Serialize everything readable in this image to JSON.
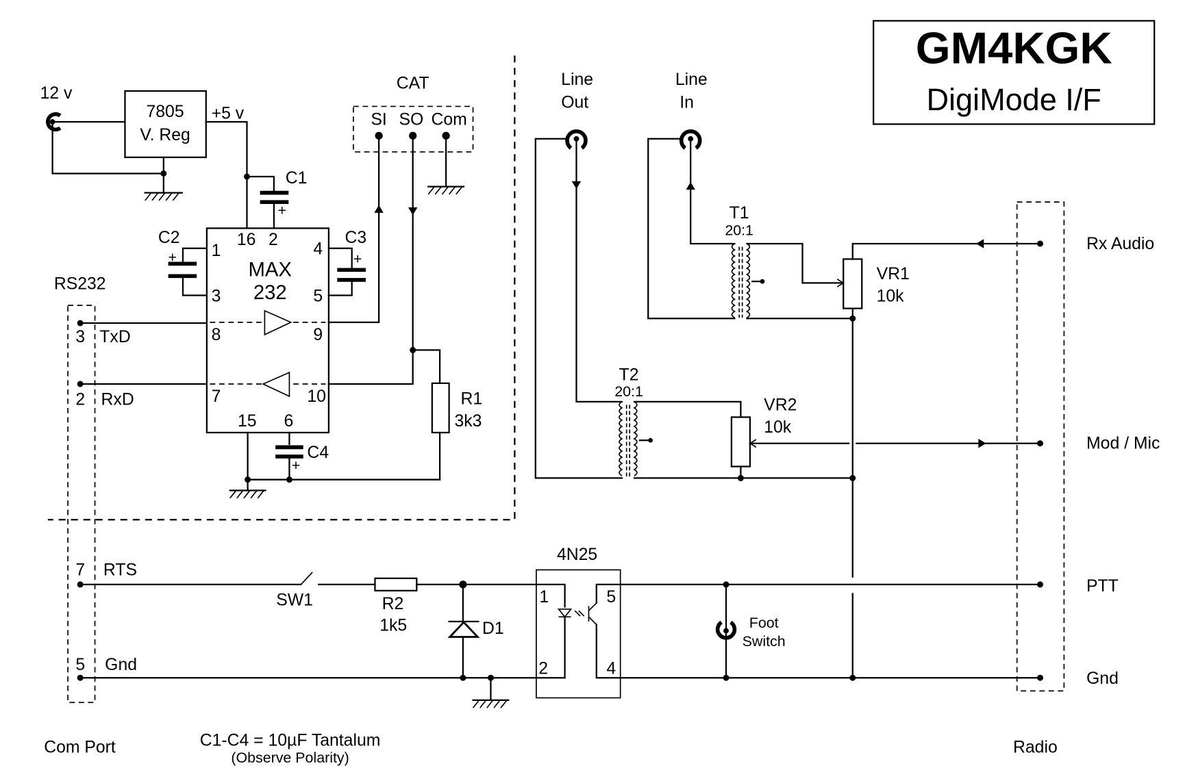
{
  "title": {
    "callsign": "GM4KGK",
    "subtitle": "DigiMode I/F"
  },
  "power": {
    "input_label": "12 v",
    "regulator_part": "7805",
    "regulator_desc": "V. Reg",
    "output_label": "+5 v"
  },
  "cat": {
    "title": "CAT",
    "pins": [
      "SI",
      "SO",
      "Com"
    ]
  },
  "ic": {
    "name_line1": "MAX",
    "name_line2": "232",
    "pins": {
      "p1": "1",
      "p2": "2",
      "p3": "3",
      "p4": "4",
      "p5": "5",
      "p6": "6",
      "p7": "7",
      "p8": "8",
      "p9": "9",
      "p10": "10",
      "p15": "15",
      "p16": "16"
    }
  },
  "capacitors": {
    "c1": "C1",
    "c2": "C2",
    "c3": "C3",
    "c4": "C4",
    "plus": "+"
  },
  "resistors": {
    "r1_name": "R1",
    "r1_value": "3k3",
    "r2_name": "R2",
    "r2_value": "1k5",
    "vr1_name": "VR1",
    "vr1_value": "10k",
    "vr2_name": "VR2",
    "vr2_value": "10k"
  },
  "transformers": {
    "t1_name": "T1",
    "t1_ratio": "20:1",
    "t2_name": "T2",
    "t2_ratio": "20:1"
  },
  "jacks": {
    "line_out_1": "Line",
    "line_out_2": "Out",
    "line_in_1": "Line",
    "line_in_2": "In",
    "foot_1": "Foot",
    "foot_2": "Switch"
  },
  "com_port": {
    "connector_label": "RS232",
    "pins": [
      {
        "num": "3",
        "signal": "TxD"
      },
      {
        "num": "2",
        "signal": "RxD"
      },
      {
        "num": "7",
        "signal": "RTS"
      },
      {
        "num": "5",
        "signal": "Gnd"
      }
    ],
    "footer": "Com Port"
  },
  "ptt_section": {
    "switch": "SW1",
    "diode": "D1",
    "opto": "4N25",
    "opto_pins": {
      "p1": "1",
      "p2": "2",
      "p4": "4",
      "p5": "5"
    }
  },
  "radio": {
    "signals": [
      "Rx Audio",
      "Mod / Mic",
      "PTT",
      "Gnd"
    ],
    "footer": "Radio"
  },
  "notes": {
    "line1": "C1-C4 = 10µF Tantalum",
    "line2": "(Observe Polarity)"
  }
}
